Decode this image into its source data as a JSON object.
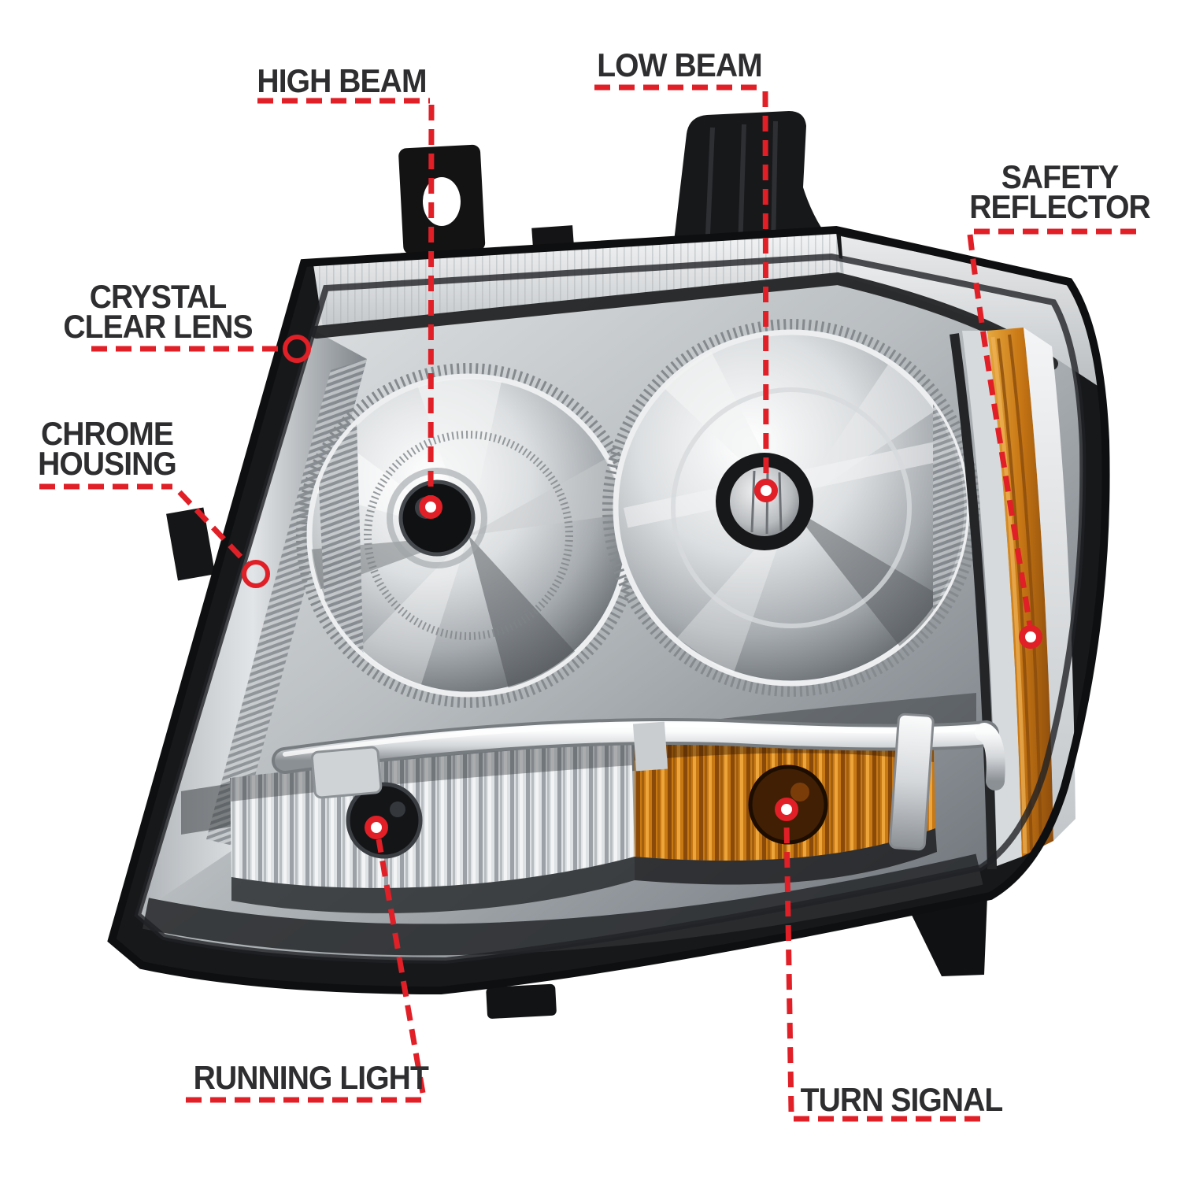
{
  "page": {
    "background": "#ffffff",
    "subject": "Headlight assembly annotated features diagram"
  },
  "colors": {
    "accent_red": "#e01f27",
    "label_text": "#2e2e30",
    "amber_reflector": "#c87714",
    "chrome_light": "#dfe2e4",
    "housing_frame": "#17181a"
  },
  "callouts": [
    {
      "id": "high-beam",
      "lines": [
        "HIGH BEAM"
      ],
      "marker": "dot"
    },
    {
      "id": "low-beam",
      "lines": [
        "LOW BEAM"
      ],
      "marker": "dot"
    },
    {
      "id": "safety-reflector",
      "lines": [
        "SAFETY",
        "REFLECTOR"
      ],
      "marker": "dot"
    },
    {
      "id": "crystal-clear-lens",
      "lines": [
        "CRYSTAL",
        "CLEAR LENS"
      ],
      "marker": "ring"
    },
    {
      "id": "chrome-housing",
      "lines": [
        "CHROME",
        "HOUSING"
      ],
      "marker": "ring"
    },
    {
      "id": "running-light",
      "lines": [
        "RUNNING LIGHT"
      ],
      "marker": "dot"
    },
    {
      "id": "turn-signal",
      "lines": [
        "TURN SIGNAL"
      ],
      "marker": "dot"
    }
  ]
}
